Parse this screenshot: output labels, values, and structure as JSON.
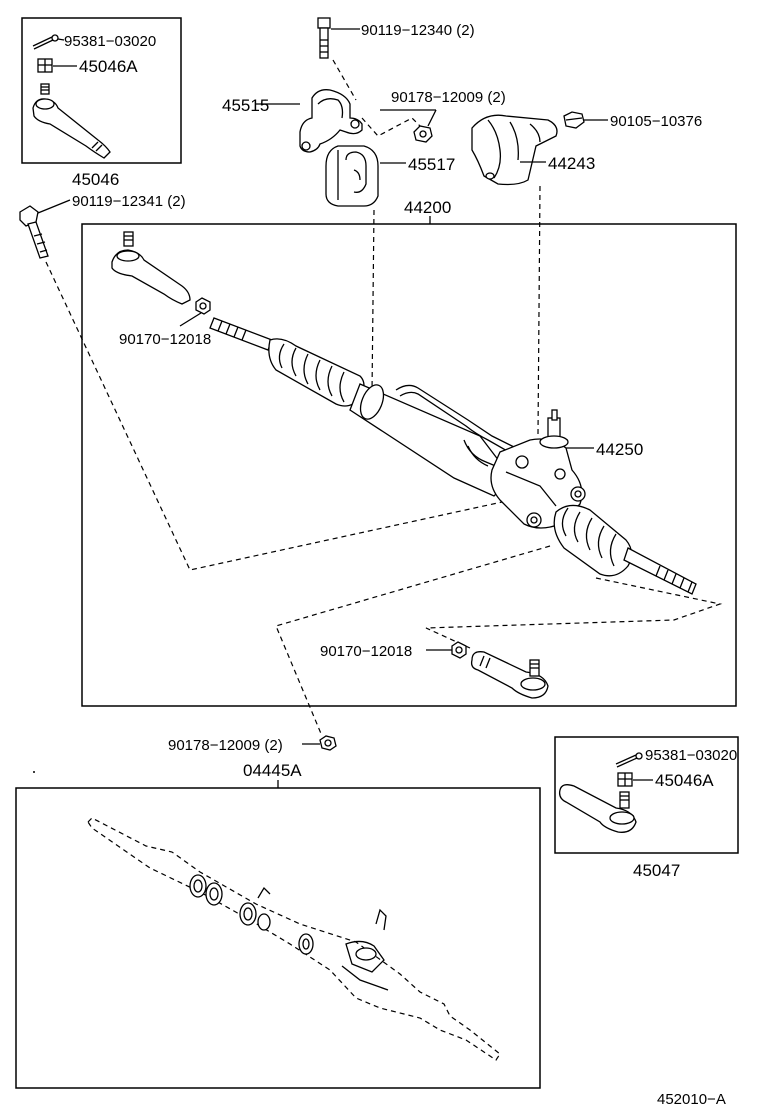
{
  "labels": {
    "p95381_a": "95381−03020",
    "p45046A_a": "45046A",
    "p45046": "45046",
    "p90119_12340": "90119−12340 (2)",
    "p45515": "45515",
    "p90178_12009_top": "90178−12009 (2)",
    "p90105_10376": "90105−10376",
    "p45517": "45517",
    "p44243": "44243",
    "p90119_12341": "90119−12341 (2)",
    "p44200": "44200",
    "p90170_12018_a": "90170−12018",
    "p44250": "44250",
    "p90170_12018_b": "90170−12018",
    "p90178_12009_bot": "90178−12009 (2)",
    "p04445A": "04445A",
    "p95381_b": "95381−03020",
    "p45046A_b": "45046A",
    "p45047": "45047",
    "diagram_code": "452010−A"
  }
}
